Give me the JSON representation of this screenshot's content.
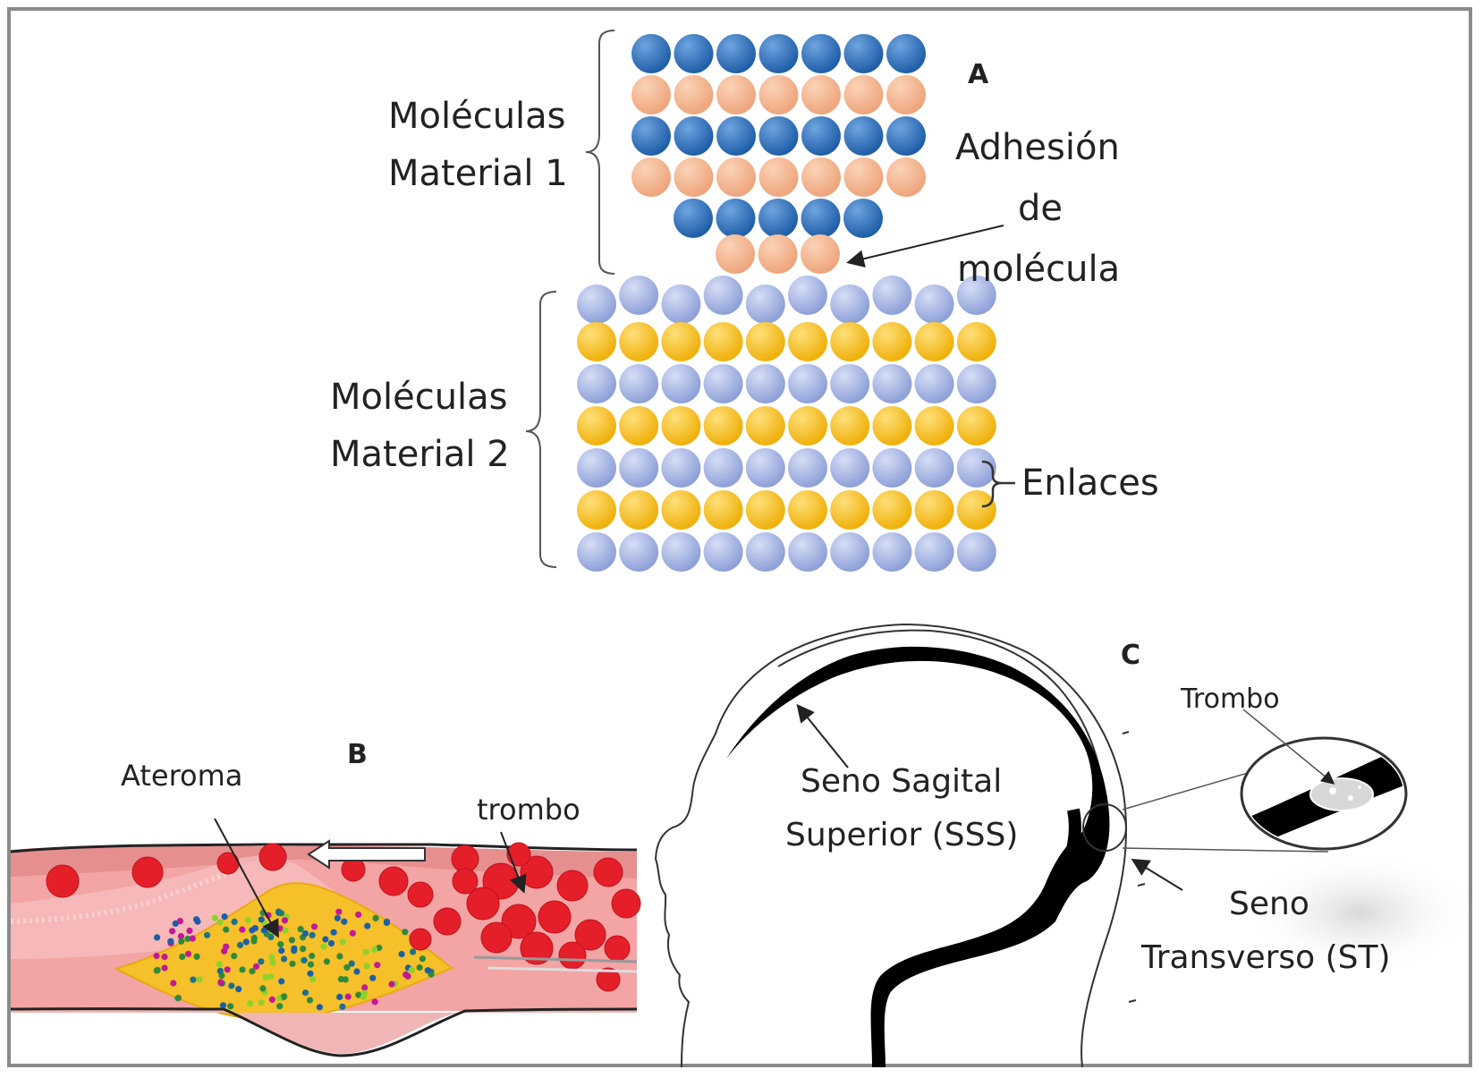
{
  "panels": {
    "a": "A",
    "b": "B",
    "c": "C"
  },
  "panel_a": {
    "material1_line1": "Moléculas",
    "material1_line2": "Material 1",
    "material2_line1": "Moléculas",
    "material2_line2": "Material 2",
    "adhesion_line1": "Adhesión",
    "adhesion_line2": "de",
    "adhesion_line3": "molécula",
    "bonds": "Enlaces"
  },
  "panel_b": {
    "atheroma": "Ateroma",
    "thrombus": "trombo"
  },
  "panel_c": {
    "sss_line1": "Seno Sagital",
    "sss_line2": "Superior (SSS)",
    "st_line1": "Seno",
    "st_line2": "Transverso (ST)",
    "thrombus": "Trombo"
  },
  "colors": {
    "material1_a": "#2e6db4",
    "material1_b": "#f0b08a",
    "material2_a": "#9fb1e2",
    "material2_b": "#f5bd1c",
    "blood": "#e8212b",
    "vessel": "#f4a3a3",
    "plaque": "#f5c02a"
  }
}
